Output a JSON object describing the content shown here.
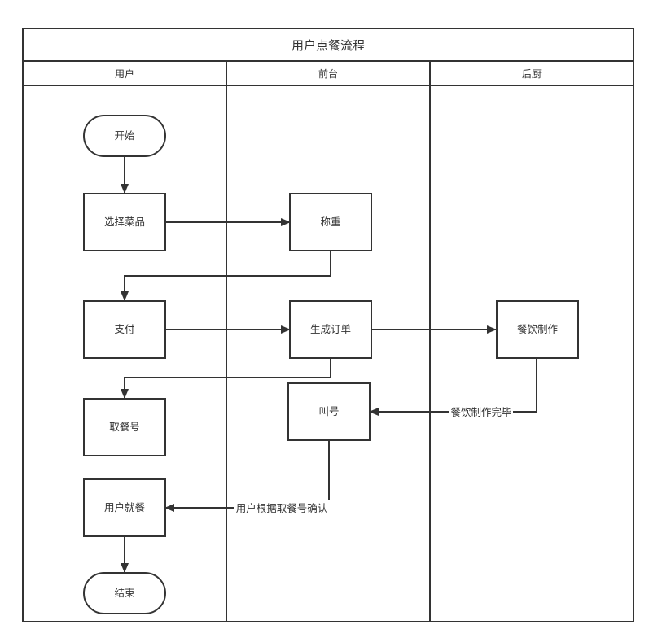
{
  "diagram": {
    "title": "用户点餐流程",
    "lanes": [
      "用户",
      "前台",
      "后厨"
    ],
    "nodes": {
      "start": "开始",
      "select_dish": "选择菜品",
      "weigh": "称重",
      "pay": "支付",
      "create_order": "生成订单",
      "cook": "餐饮制作",
      "take_number": "取餐号",
      "call_number": "叫号",
      "dine": "用户就餐",
      "end": "结束"
    },
    "edge_labels": {
      "cook_done": "餐饮制作完毕",
      "confirm_by_number": "用户根据取餐号确认"
    },
    "colors": {
      "line": "#333333",
      "text": "#333333",
      "background": "#ffffff"
    }
  }
}
